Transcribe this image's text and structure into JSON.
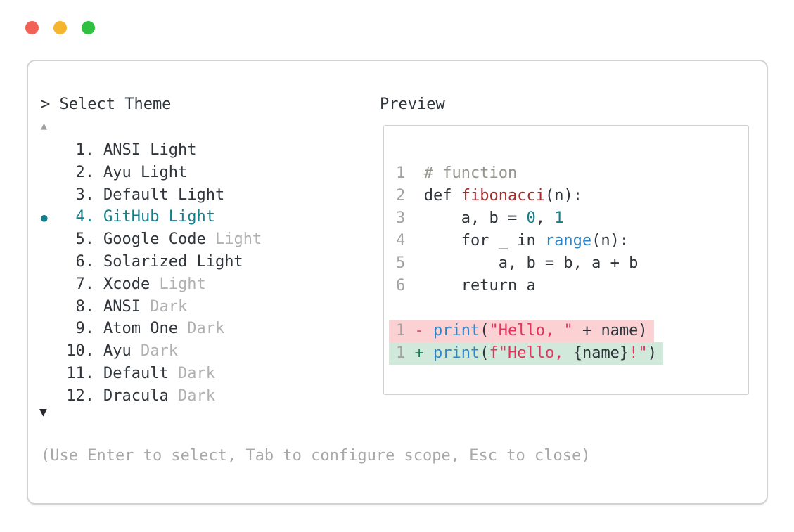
{
  "colors": {
    "text": "#2f353b",
    "muted": "#b0b0b0",
    "hint": "#a8a8a8",
    "border": "#d2d2d2",
    "line_number": "#a2a2a2",
    "accent_teal": "#147f8a",
    "function_red": "#a72b2b",
    "builtin_blue": "#2e86c8",
    "string_rose": "#e8325e",
    "comment_gray": "#95958b",
    "diff_removed_bg": "#fbd1d3",
    "diff_added_bg": "#d1e9da",
    "diff_minus": "#e25568",
    "diff_plus": "#1f7d55",
    "traffic_red": "#f16156",
    "traffic_yellow": "#f5b52e",
    "traffic_green": "#2ec03e"
  },
  "theme_picker": {
    "prompt": "> Select Theme",
    "scroll_up_symbol": "▲",
    "scroll_down_symbol": "▼",
    "selected_marker": "●",
    "items": [
      {
        "number": "1",
        "name": "ANSI",
        "variant": "Light",
        "variant_muted": false,
        "selected": false
      },
      {
        "number": "2",
        "name": "Ayu",
        "variant": "Light",
        "variant_muted": false,
        "selected": false
      },
      {
        "number": "3",
        "name": "Default",
        "variant": "Light",
        "variant_muted": false,
        "selected": false
      },
      {
        "number": "4",
        "name": "GitHub",
        "variant": "Light",
        "variant_muted": false,
        "selected": true
      },
      {
        "number": "5",
        "name": "Google Code",
        "variant": "Light",
        "variant_muted": true,
        "selected": false
      },
      {
        "number": "6",
        "name": "Solarized",
        "variant": "Light",
        "variant_muted": false,
        "selected": false
      },
      {
        "number": "7",
        "name": "Xcode",
        "variant": "Light",
        "variant_muted": true,
        "selected": false
      },
      {
        "number": "8",
        "name": "ANSI",
        "variant": "Dark",
        "variant_muted": true,
        "selected": false
      },
      {
        "number": "9",
        "name": "Atom One",
        "variant": "Dark",
        "variant_muted": true,
        "selected": false
      },
      {
        "number": "10",
        "name": "Ayu",
        "variant": "Dark",
        "variant_muted": true,
        "selected": false
      },
      {
        "number": "11",
        "name": "Default",
        "variant": "Dark",
        "variant_muted": true,
        "selected": false
      },
      {
        "number": "12",
        "name": "Dracula",
        "variant": "Dark",
        "variant_muted": true,
        "selected": false
      }
    ],
    "hint": "(Use Enter to select, Tab to configure scope, Esc to close)"
  },
  "preview": {
    "label": "Preview",
    "code_lines": [
      {
        "number": "1",
        "tokens": [
          {
            "text": "# function",
            "type": "comment"
          }
        ]
      },
      {
        "number": "2",
        "tokens": [
          {
            "text": "def ",
            "type": "plain"
          },
          {
            "text": "fibonacci",
            "type": "function"
          },
          {
            "text": "(n):",
            "type": "plain"
          }
        ]
      },
      {
        "number": "3",
        "tokens": [
          {
            "text": "    a, b = ",
            "type": "plain"
          },
          {
            "text": "0",
            "type": "number"
          },
          {
            "text": ", ",
            "type": "plain"
          },
          {
            "text": "1",
            "type": "number"
          }
        ]
      },
      {
        "number": "4",
        "tokens": [
          {
            "text": "    for _ in ",
            "type": "plain"
          },
          {
            "text": "range",
            "type": "builtin"
          },
          {
            "text": "(n):",
            "type": "plain"
          }
        ]
      },
      {
        "number": "5",
        "tokens": [
          {
            "text": "        a, b = b, a + b",
            "type": "plain"
          }
        ]
      },
      {
        "number": "6",
        "tokens": [
          {
            "text": "    return a",
            "type": "plain"
          }
        ]
      }
    ],
    "diff_lines": [
      {
        "number": "1",
        "sign": "-",
        "kind": "removed",
        "tokens": [
          {
            "text": "print",
            "type": "builtin"
          },
          {
            "text": "(",
            "type": "plain"
          },
          {
            "text": "\"Hello, \"",
            "type": "string"
          },
          {
            "text": " + name)",
            "type": "plain"
          }
        ]
      },
      {
        "number": "1",
        "sign": "+",
        "kind": "added",
        "tokens": [
          {
            "text": "print",
            "type": "builtin"
          },
          {
            "text": "(",
            "type": "plain"
          },
          {
            "text": "f\"Hello, ",
            "type": "string"
          },
          {
            "text": "{name}",
            "type": "plain"
          },
          {
            "text": "!\"",
            "type": "string"
          },
          {
            "text": ")",
            "type": "plain"
          }
        ]
      }
    ]
  }
}
